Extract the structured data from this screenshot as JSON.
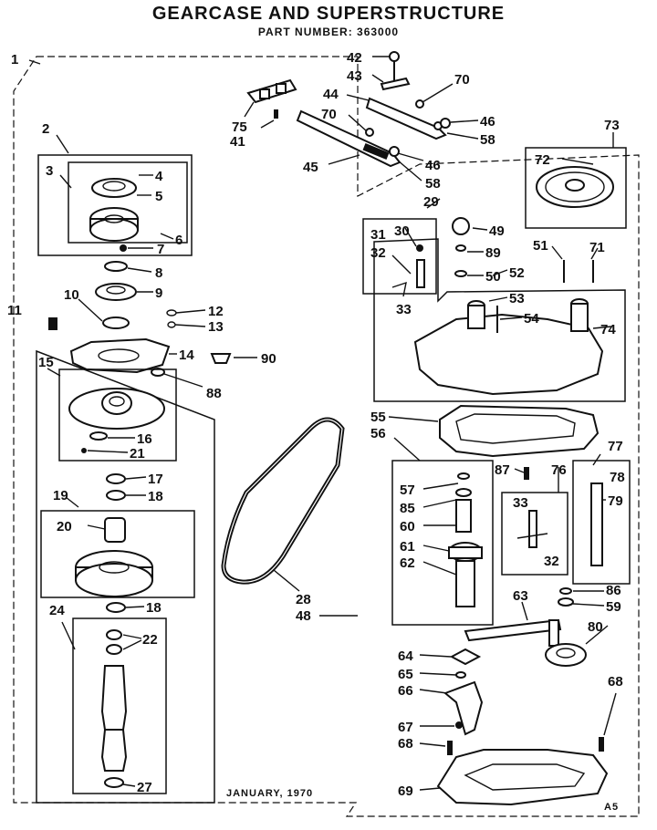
{
  "header": {
    "title": "GEARCASE AND SUPERSTRUCTURE",
    "part_number_line": "PART NUMBER: 363000"
  },
  "footer": {
    "date": "JANUARY, 1970",
    "code": "A5"
  },
  "callouts": [
    "1",
    "2",
    "3",
    "4",
    "5",
    "6",
    "7",
    "8",
    "9",
    "10",
    "11",
    "12",
    "13",
    "14",
    "15",
    "16",
    "17",
    "18",
    "18",
    "19",
    "20",
    "21",
    "22",
    "24",
    "27",
    "28",
    "29",
    "30",
    "31",
    "32",
    "32",
    "33",
    "33",
    "41",
    "42",
    "43",
    "44",
    "45",
    "46",
    "46",
    "48",
    "49",
    "50",
    "51",
    "52",
    "53",
    "54",
    "55",
    "56",
    "57",
    "58",
    "58",
    "59",
    "60",
    "61",
    "62",
    "63",
    "64",
    "65",
    "66",
    "67",
    "68",
    "68",
    "69",
    "70",
    "70",
    "71",
    "72",
    "73",
    "74",
    "75",
    "76",
    "77",
    "78",
    "79",
    "80",
    "85",
    "86",
    "87",
    "88",
    "89",
    "90"
  ]
}
